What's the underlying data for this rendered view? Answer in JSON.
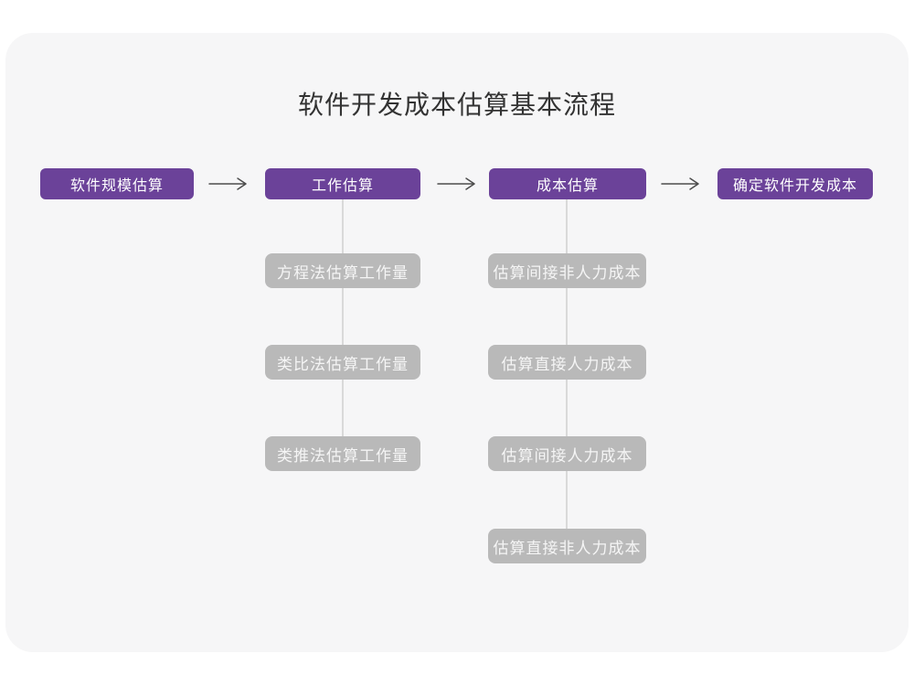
{
  "title": "软件开发成本估算基本流程",
  "colors": {
    "accent_purple": "#6b4299",
    "sub_node_gray": "#b9b9b9",
    "card_background": "#f6f6f7",
    "connector_line": "#d9d9d9",
    "arrow": "#4d4d4d",
    "title_text": "#333333"
  },
  "flow": {
    "main_steps": [
      {
        "label": "软件规模估算"
      },
      {
        "label": "工作估算"
      },
      {
        "label": "成本估算"
      },
      {
        "label": "确定软件开发成本"
      }
    ],
    "work_estimation_methods": [
      "方程法估算工作量",
      "类比法估算工作量",
      "类推法估算工作量"
    ],
    "cost_estimation_steps": [
      "估算间接非人力成本",
      "估算直接人力成本",
      "估算间接人力成本",
      "估算直接非人力成本"
    ]
  }
}
